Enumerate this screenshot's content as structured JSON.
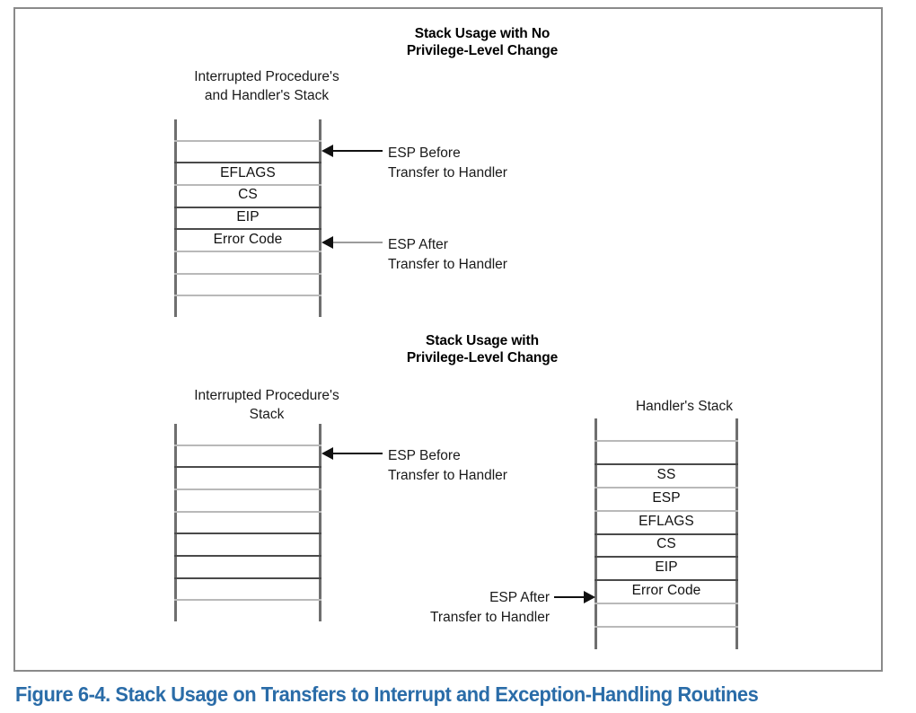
{
  "figure": {
    "caption": "Figure 6-4.  Stack Usage on Transfers to Interrupt and Exception-Handling Routines",
    "caption_color": "#2a6ca8",
    "frame_color": "#8a8a8a"
  },
  "diagram_no_privilege_change": {
    "title_line1": "Stack Usage with No",
    "title_line2": "Privilege-Level Change",
    "stack_caption_line1": "Interrupted Procedure's",
    "stack_caption_line2": "and Handler's Stack",
    "rows": [
      {
        "label": "",
        "sep": "none"
      },
      {
        "label": "",
        "sep": "light"
      },
      {
        "label": "EFLAGS",
        "sep": "dark"
      },
      {
        "label": "CS",
        "sep": "light"
      },
      {
        "label": "EIP",
        "sep": "dark"
      },
      {
        "label": "Error Code",
        "sep": "dark"
      },
      {
        "label": "",
        "sep": "light"
      },
      {
        "label": "",
        "sep": "light"
      },
      {
        "label": "",
        "sep": "light"
      }
    ],
    "annotations": [
      {
        "line1": "ESP Before",
        "line2": "Transfer to Handler",
        "arrow": "left",
        "tone": "dark"
      },
      {
        "line1": "ESP After",
        "line2": "Transfer to Handler",
        "arrow": "left",
        "tone": "light"
      }
    ]
  },
  "diagram_privilege_change": {
    "title_line1": "Stack Usage with",
    "title_line2": "Privilege-Level Change",
    "interrupted_stack": {
      "caption_line1": "Interrupted Procedure's",
      "caption_line2": "Stack",
      "rows": [
        {
          "label": "",
          "sep": "none"
        },
        {
          "label": "",
          "sep": "light"
        },
        {
          "label": "",
          "sep": "dark"
        },
        {
          "label": "",
          "sep": "light"
        },
        {
          "label": "",
          "sep": "light"
        },
        {
          "label": "",
          "sep": "dark"
        },
        {
          "label": "",
          "sep": "dark"
        },
        {
          "label": "",
          "sep": "dark"
        },
        {
          "label": "",
          "sep": "light"
        }
      ]
    },
    "handler_stack": {
      "caption_line1": "Handler's Stack",
      "rows": [
        {
          "label": "",
          "sep": "none"
        },
        {
          "label": "",
          "sep": "light"
        },
        {
          "label": "SS",
          "sep": "dark"
        },
        {
          "label": "ESP",
          "sep": "light"
        },
        {
          "label": "EFLAGS",
          "sep": "light"
        },
        {
          "label": "CS",
          "sep": "dark"
        },
        {
          "label": "EIP",
          "sep": "dark"
        },
        {
          "label": "Error Code",
          "sep": "dark"
        },
        {
          "label": "",
          "sep": "light"
        },
        {
          "label": "",
          "sep": "light"
        }
      ]
    },
    "annotations": [
      {
        "line1": "ESP Before",
        "line2": "Transfer to Handler",
        "arrow": "left",
        "tone": "dark"
      },
      {
        "line1": "ESP After",
        "line2": "Transfer to Handler",
        "arrow": "right",
        "tone": "dark"
      }
    ]
  }
}
